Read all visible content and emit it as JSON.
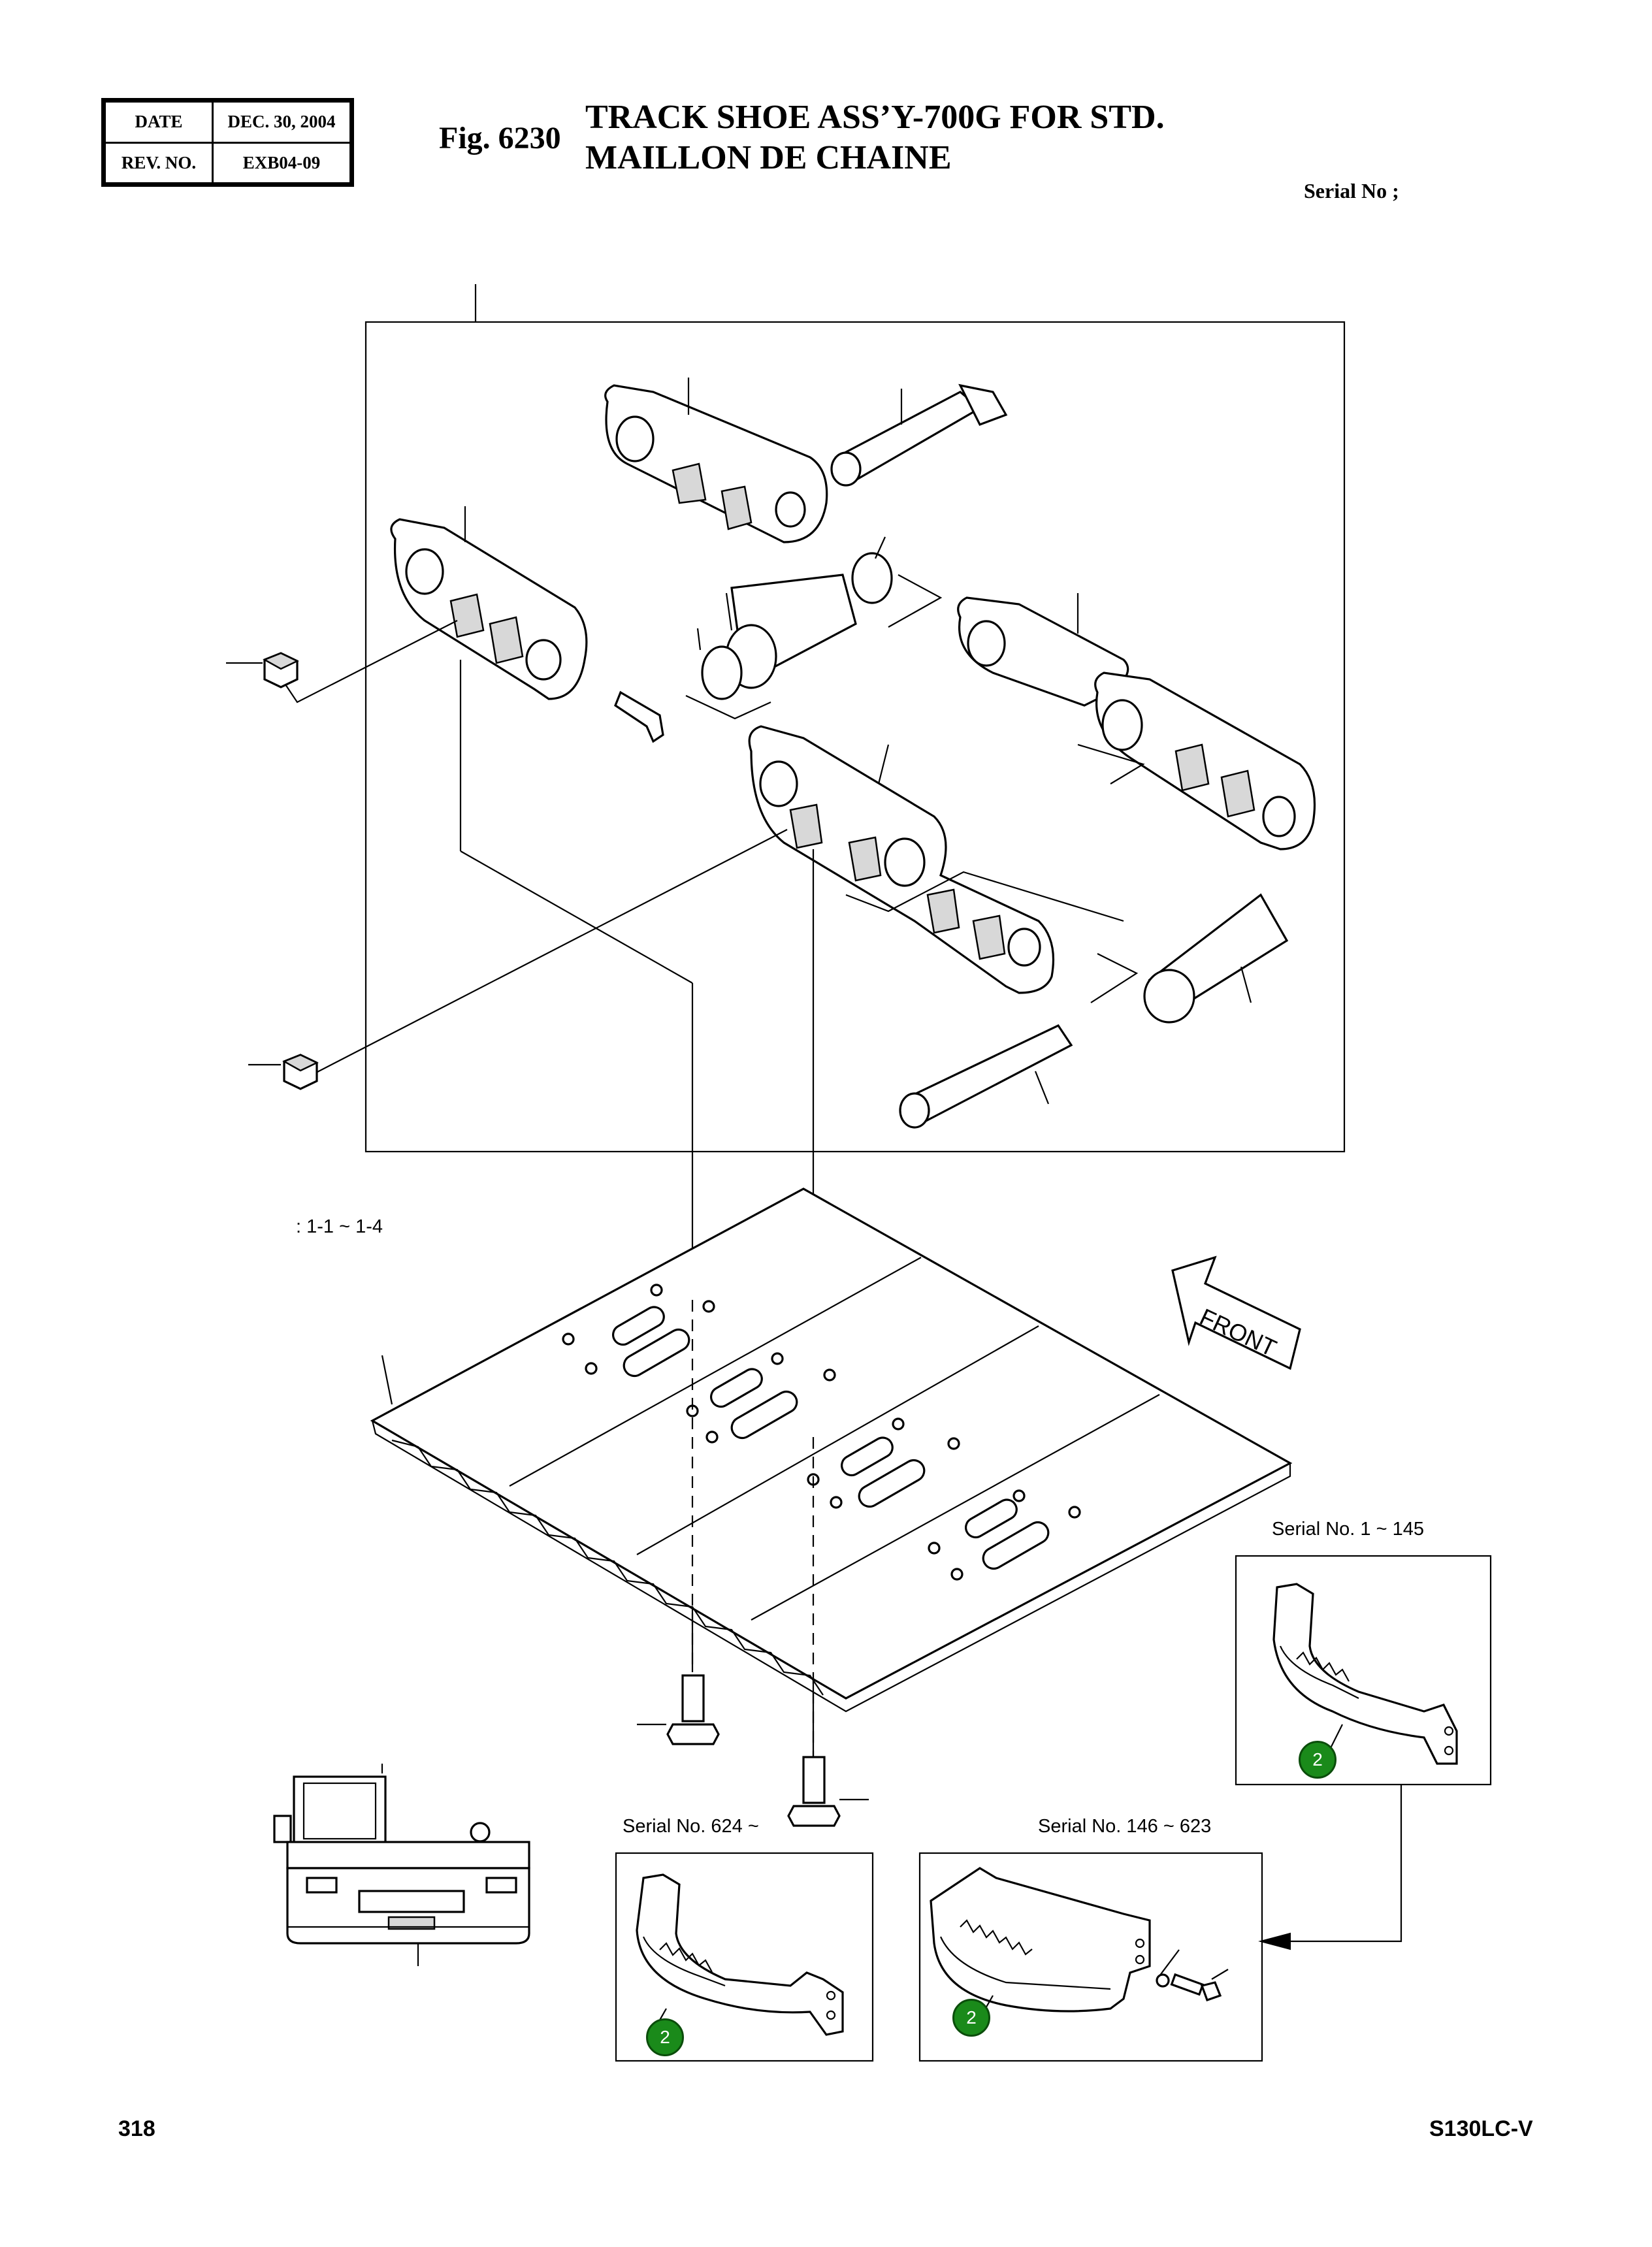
{
  "header": {
    "date_label": "DATE",
    "date_value": "DEC. 30, 2004",
    "rev_label": "REV. NO.",
    "rev_value": "EXB04-09",
    "fig_number": "Fig. 6230",
    "title_line1": "TRACK SHOE ASS’Y-700G FOR STD.",
    "title_line2": "MAILLON DE CHAINE",
    "serial_label": "Serial No ;"
  },
  "diagram": {
    "range_label": ": 1-1 ~ 1-4",
    "front_label": "FRONT",
    "insets": [
      {
        "label": "Serial No. 1 ~ 145",
        "callout": "2"
      },
      {
        "label": "Serial No. 624 ~",
        "callout": "2"
      },
      {
        "label": "Serial No. 146 ~ 623",
        "callout": "2"
      }
    ]
  },
  "footer": {
    "page_number": "318",
    "model": "S130LC-V"
  }
}
